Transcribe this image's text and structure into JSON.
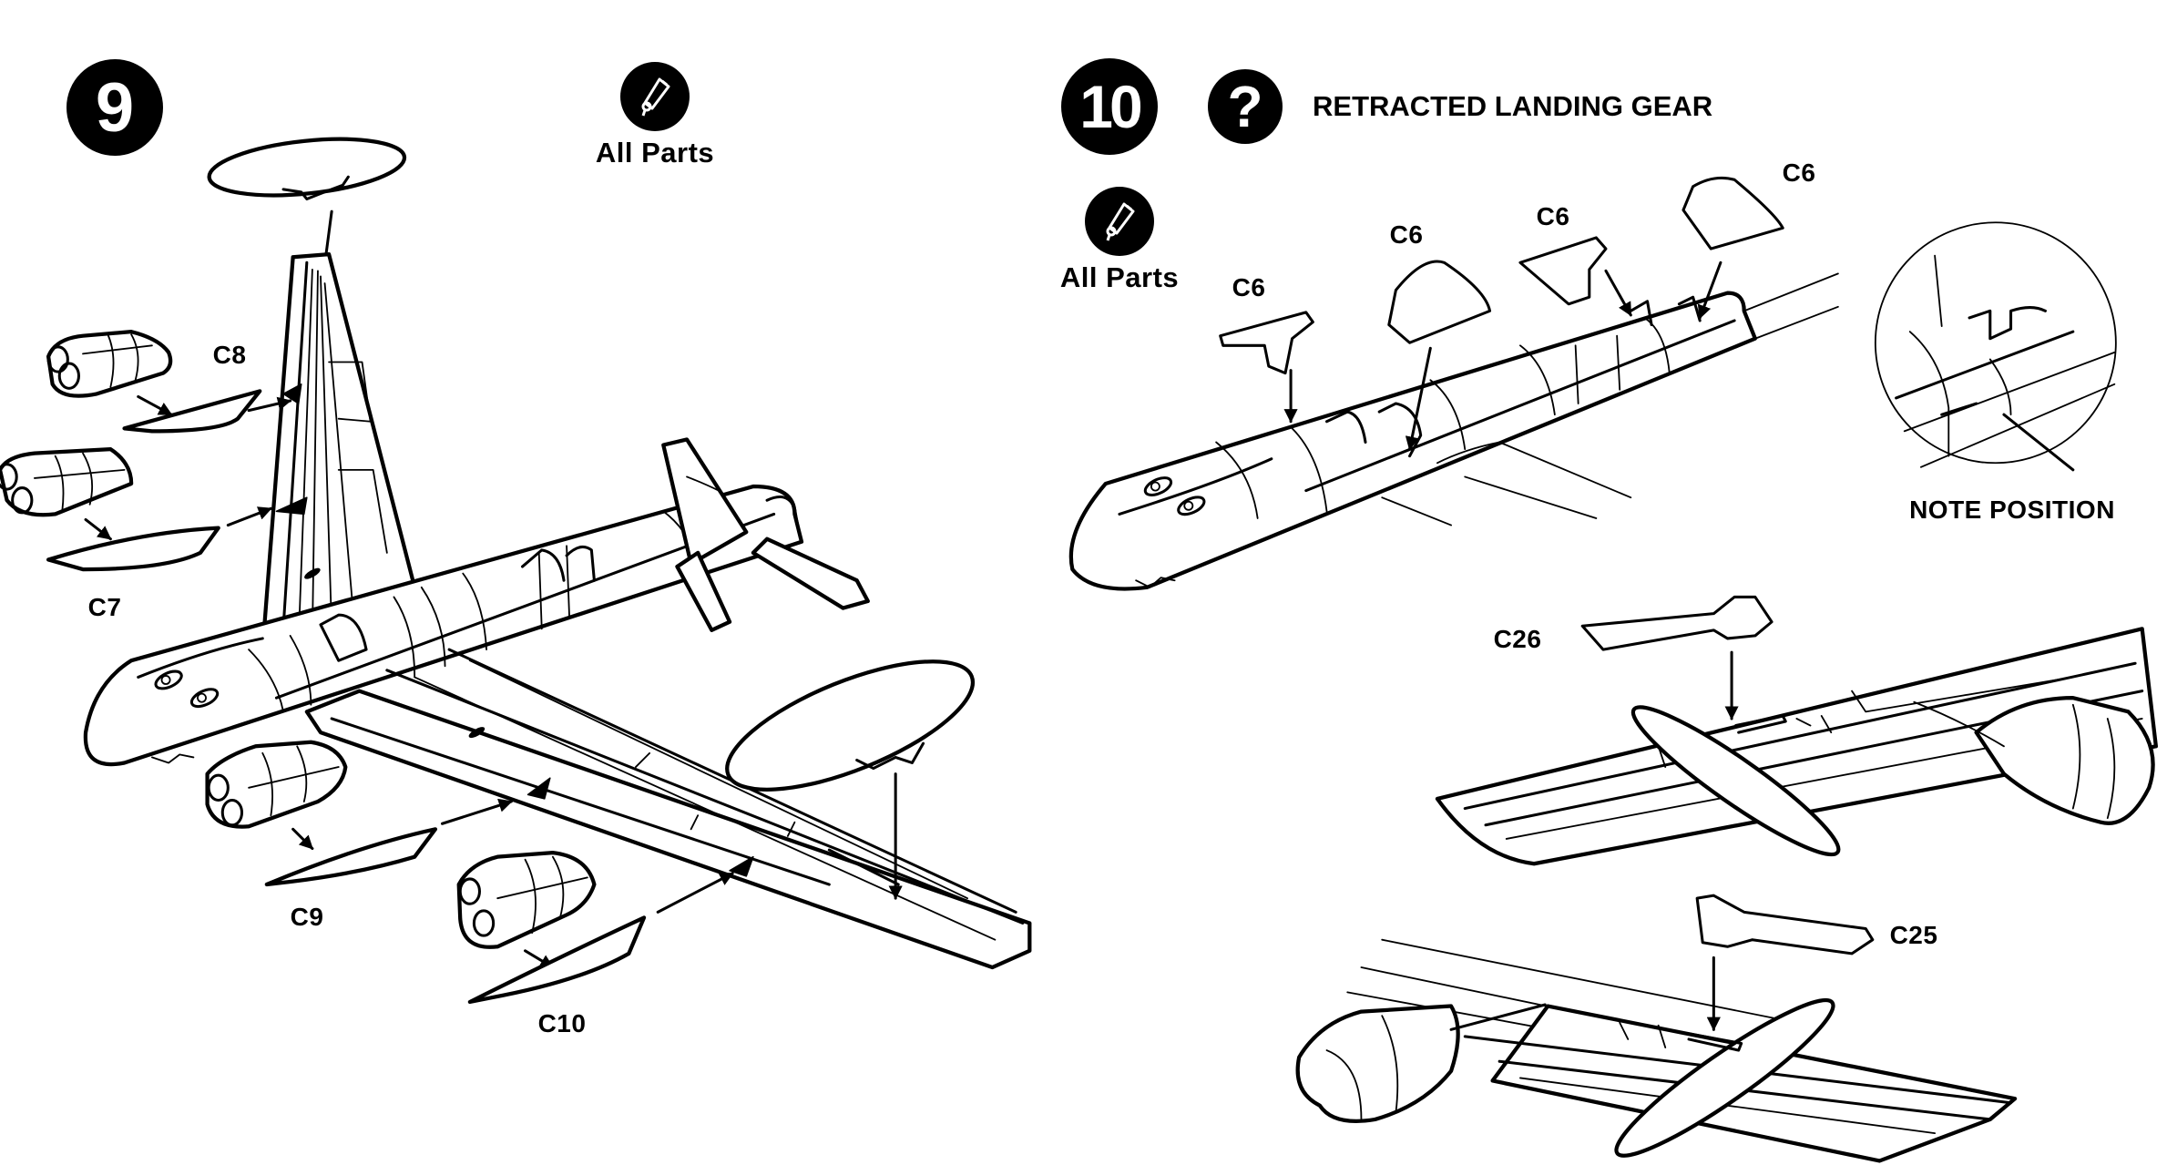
{
  "step9": {
    "number": "9",
    "glue_icon": "glue-tube-icon",
    "glue_label": "All Parts",
    "labels": {
      "c8": "C8",
      "c7": "C7",
      "c9": "C9",
      "c10": "C10"
    }
  },
  "step10": {
    "number": "10",
    "help_icon": "question-mark-icon",
    "help_symbol": "?",
    "title": "RETRACTED LANDING GEAR",
    "glue_icon": "glue-tube-icon",
    "glue_label": "All Parts",
    "labels": {
      "c6_a": "C6",
      "c6_b": "C6",
      "c6_c": "C6",
      "c6_d": "C6",
      "note": "NOTE POSITION",
      "c26": "C26",
      "c25": "C25"
    }
  }
}
